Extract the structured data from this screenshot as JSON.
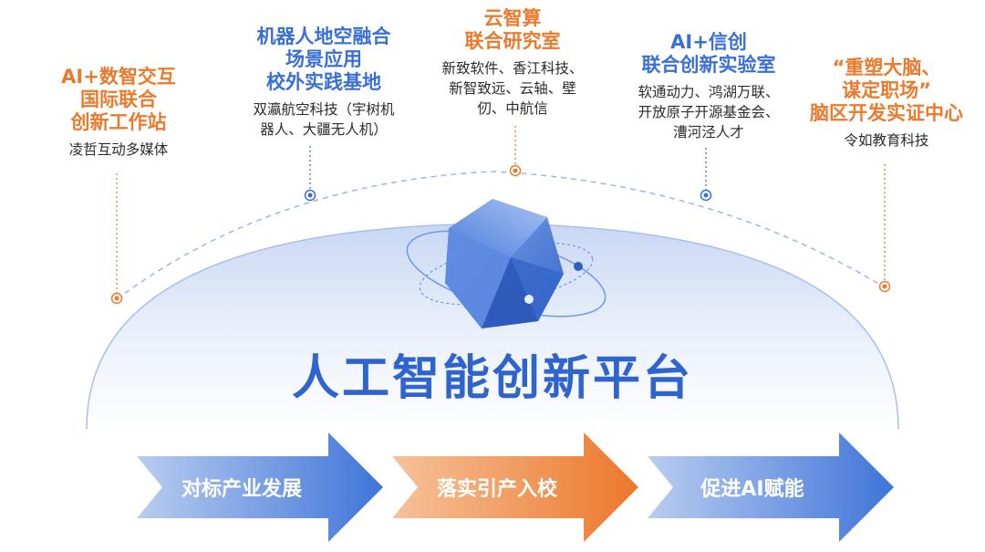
{
  "platform": {
    "title": "人工智能创新平台"
  },
  "nodes": [
    {
      "title": "AI+数智交互\n国际联合\n创新工作站",
      "partners": "凌哲互动多媒体",
      "color": "#ec7a2c"
    },
    {
      "title": "机器人地空融合\n场景应用\n校外实践基地",
      "partners": "双瀛航空科技（宇树机\n器人、大疆无人机）",
      "color": "#3a6fd6"
    },
    {
      "title": "云智算\n联合研究室",
      "partners": "新致软件、香江科技、\n新智致远、云轴、壁\n仞、中航信",
      "color": "#ec7a2c"
    },
    {
      "title": "AI+信创\n联合创新实验室",
      "partners": "软通动力、鸿湖万联、\n开放原子开源基金会、\n漕河泾人才",
      "color": "#3a6fd6"
    },
    {
      "title": "“重塑大脑、\n谋定职场”\n脑区开发实证中心",
      "partners": "令如教育科技",
      "color": "#ec7a2c"
    }
  ],
  "arrows": [
    {
      "label": "对标产业发展",
      "color": "#4a7fdc"
    },
    {
      "label": "落实引产入校",
      "color": "#ee8232"
    },
    {
      "label": "促进AI赋能",
      "color": "#4a7fdc"
    }
  ]
}
